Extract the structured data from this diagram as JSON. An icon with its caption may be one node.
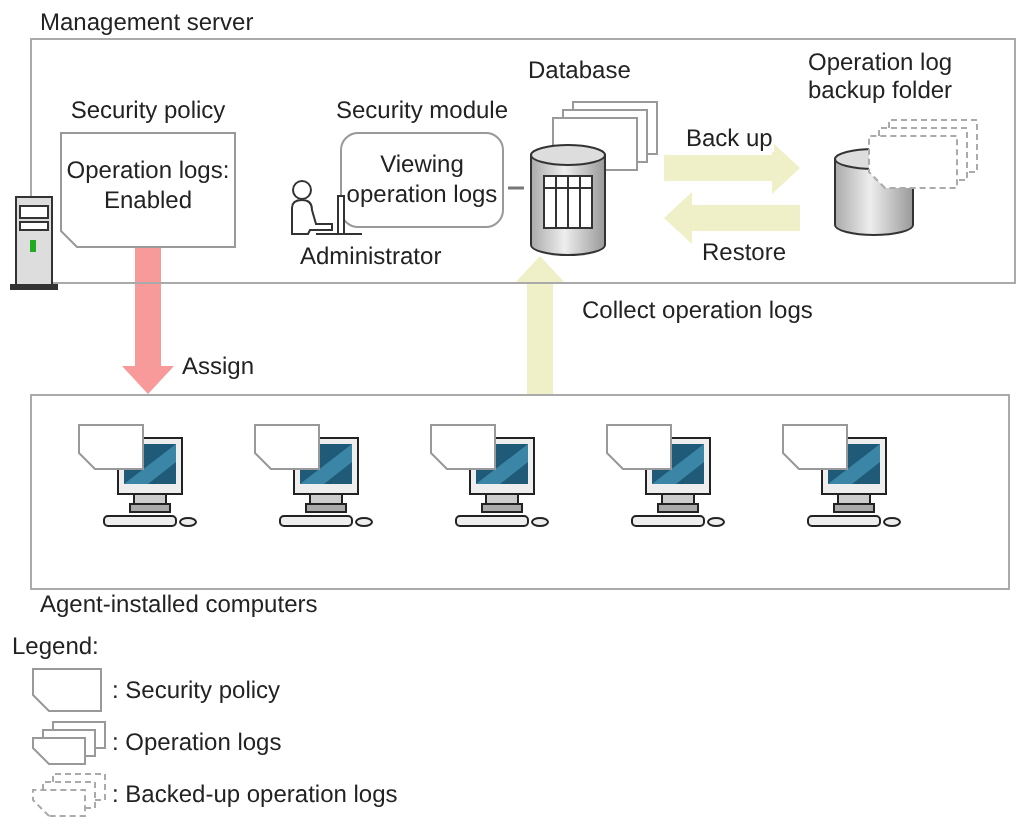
{
  "diagram": {
    "nodes": [
      {
        "text": [
          "Management server"
        ]
      },
      {
        "text": [
          "Security policy",
          "Operation logs: Enabled"
        ],
        "in": 0
      },
      {
        "text": [
          "Security module",
          "Viewing operation logs"
        ],
        "in": 0
      },
      {
        "text": [
          "Database"
        ],
        "in": 0
      },
      {
        "text": [
          "Operation log backup folder"
        ],
        "in": 0
      },
      {
        "text": [
          "Agent-installed computers"
        ]
      }
    ],
    "edges": [
      {
        "from": 2,
        "to": 3,
        "arrow": "none",
        "color": "#777777"
      },
      {
        "from": 1,
        "to": 5,
        "arrow": "to",
        "label": "Assign",
        "color": "#f89a9a"
      },
      {
        "from": 3,
        "to": 4,
        "arrow": "to",
        "label": "Back up"
      },
      {
        "from": 4,
        "to": 3,
        "arrow": "to",
        "label": "Restore"
      },
      {
        "from": 5,
        "to": 3,
        "arrow": "to",
        "label": "Collect operation logs"
      }
    ],
    "labels": [
      "Administrator",
      "Legend:"
    ],
    "legend": [
      {
        "text": ": Security policy"
      },
      {
        "text": ": Operation logs"
      },
      {
        "text": ": Backed-up operation logs"
      }
    ]
  }
}
